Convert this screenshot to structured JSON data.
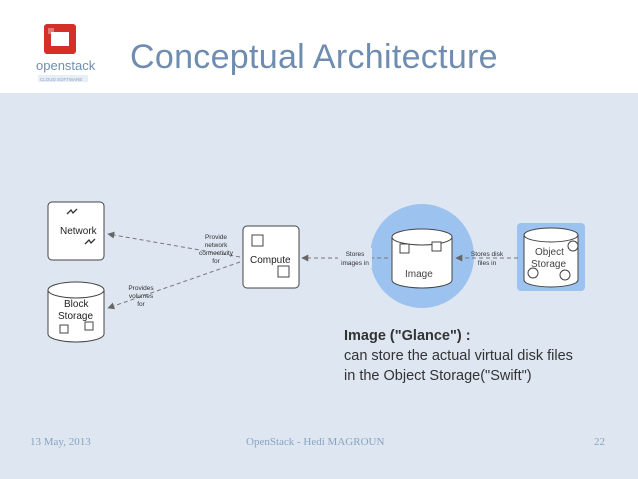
{
  "slide": {
    "title": "Conceptual Architecture",
    "logo_text": "openstack",
    "logo_subtext": "CLOUD SOFTWARE"
  },
  "diagram": {
    "nodes": {
      "network": "Network",
      "block_storage_line1": "Block",
      "block_storage_line2": "Storage",
      "compute": "Compute",
      "image": "Image",
      "object_storage_line1": "Object",
      "object_storage_line2": "Storage"
    },
    "edges": {
      "provide_connectivity": [
        "Provide",
        "network",
        "connectivity",
        "for"
      ],
      "provides_volumes": [
        "Provides",
        "volumes",
        "for"
      ],
      "stores_images": [
        "Stores",
        "images in"
      ],
      "stores_disk_files": [
        "Stores disk",
        "files in"
      ]
    }
  },
  "caption": {
    "line1": "Image (\"Glance\") :",
    "line2": "can store the actual virtual disk files",
    "line3": "in the Object Storage(\"Swift\")"
  },
  "footer": {
    "date": "13 May, 2013",
    "author": "OpenStack - Hedi MAGROUN",
    "page": "22"
  },
  "colors": {
    "title": "#6f8db0",
    "background_band": "#dde6f1",
    "glance_highlight": "#9cc3f0",
    "footer_text": "#8aa3c2",
    "logo_red": "#d3302a"
  }
}
